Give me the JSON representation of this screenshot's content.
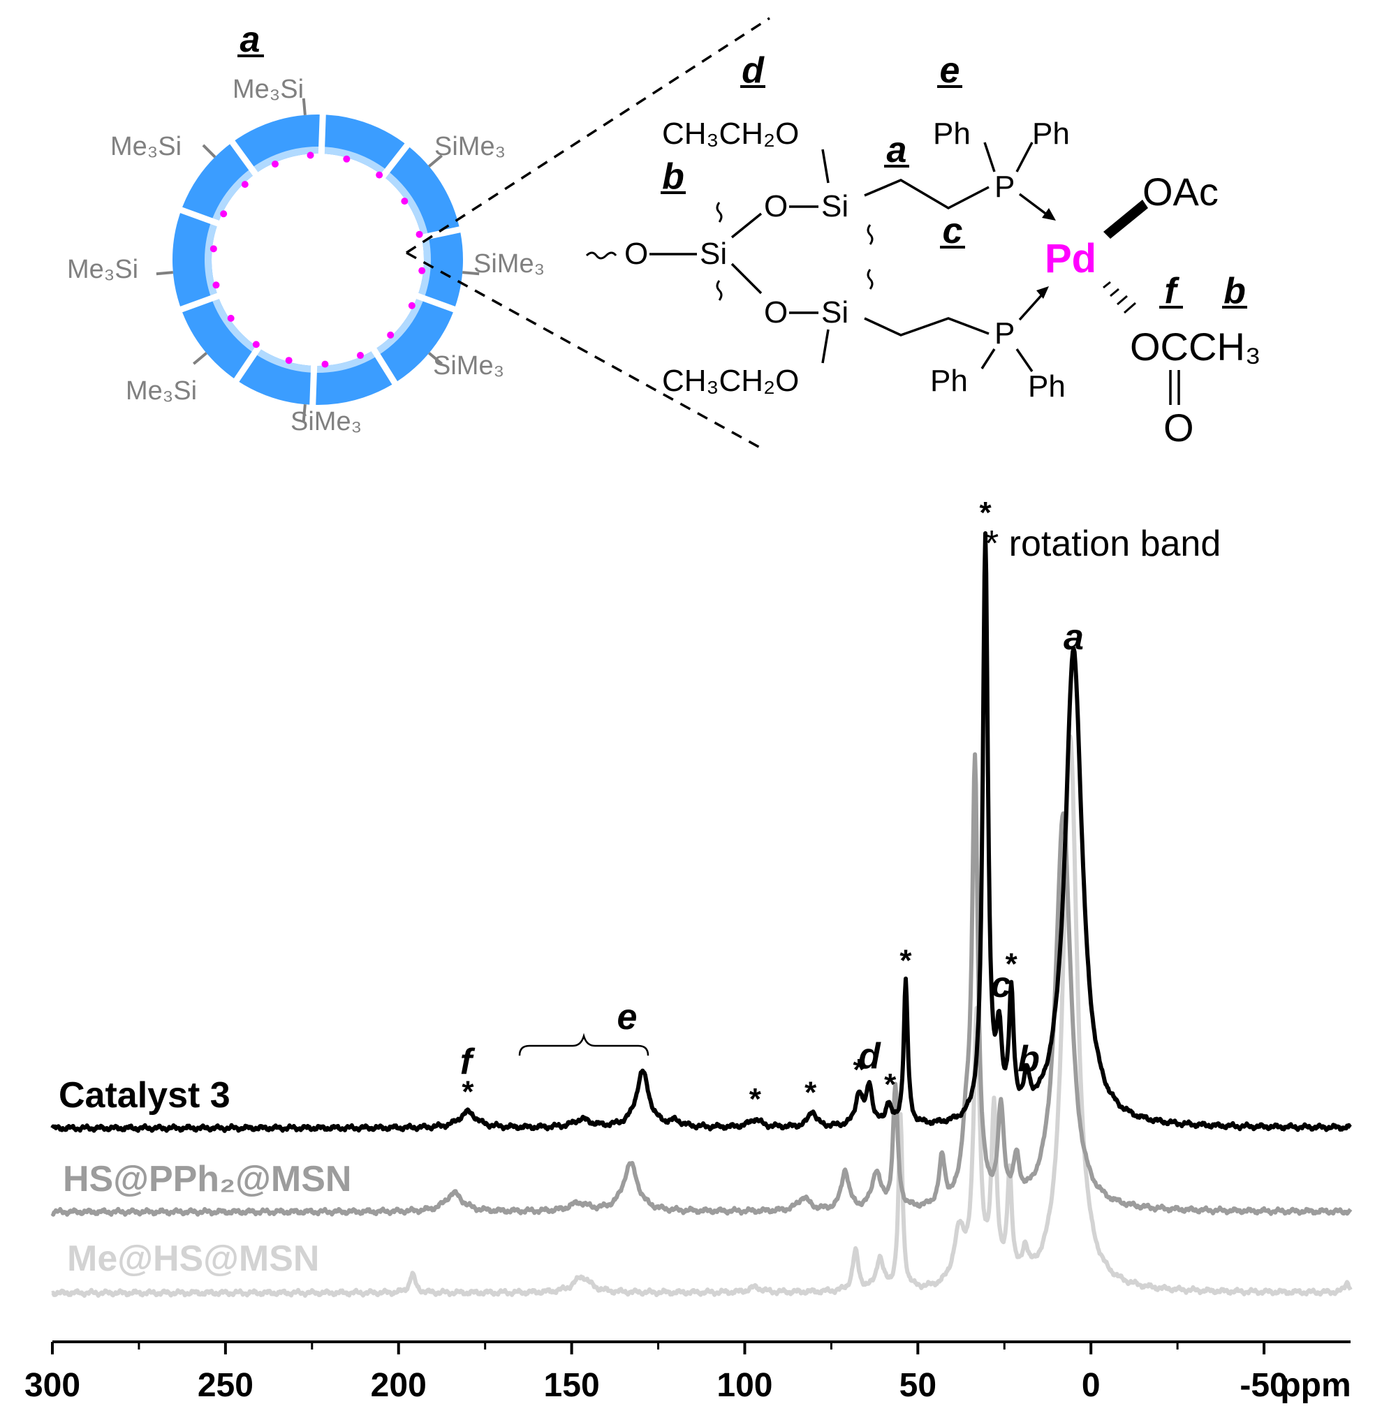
{
  "colors": {
    "catalyst": "#000000",
    "hs_pph2": "#9c9c9c",
    "me_hs": "#d3d3d3",
    "pd": "#ff00ff",
    "silica": "#1e90ff",
    "me3si_label": "#808080"
  },
  "scheme": {
    "ring_label": "a",
    "me3si": "Me₃Si",
    "sime3": "SiMe₃",
    "ethoxy": "CH₃CH₂O",
    "o": "O",
    "si": "Si",
    "p": "P",
    "ph": "Ph",
    "pd": "Pd",
    "oac": "OAc",
    "ester_top": "OCCH₃",
    "ester_o": "O",
    "labels": {
      "a": "a",
      "b": "b",
      "c": "c",
      "d": "d",
      "e": "e",
      "f": "f",
      "b2": "b"
    }
  },
  "chart_data": {
    "type": "line",
    "title": "",
    "xlabel": "ppm",
    "ylabel": "",
    "xlim": [
      300,
      -75
    ],
    "x_reversed": true,
    "ticks": [
      300,
      250,
      200,
      150,
      100,
      50,
      0,
      -50
    ],
    "tick_labels": [
      "300",
      "250",
      "200",
      "150",
      "100",
      "50",
      "0",
      "-50"
    ],
    "legend_note": "* rotation band",
    "series": [
      {
        "name": "Catalyst 3",
        "baseline": 0,
        "peaks": [
          [
            180,
            0.6,
            3
          ],
          [
            147,
            0.3,
            3
          ],
          [
            129.5,
            2.1,
            2.2
          ],
          [
            120,
            0.2,
            2
          ],
          [
            97,
            0.3,
            2
          ],
          [
            80.5,
            0.6,
            1.3
          ],
          [
            67,
            1.2,
            1.2
          ],
          [
            64,
            1.5,
            1.0
          ],
          [
            58.5,
            0.8,
            0.9
          ],
          [
            53.5,
            5.4,
            0.7
          ],
          [
            30.5,
            22.0,
            0.9
          ],
          [
            26.5,
            2.8,
            0.9
          ],
          [
            23,
            4.4,
            0.8
          ],
          [
            18.5,
            1.2,
            1.0
          ],
          [
            5,
            18.0,
            3.0
          ]
        ]
      },
      {
        "name": "HS@PPh₂@MSN",
        "baseline": 0,
        "peaks": [
          [
            184,
            0.7,
            3
          ],
          [
            148,
            0.3,
            3
          ],
          [
            133,
            1.8,
            2.5
          ],
          [
            83,
            0.5,
            2
          ],
          [
            71,
            1.5,
            1.3
          ],
          [
            62,
            1.4,
            1.5
          ],
          [
            56.5,
            4.6,
            0.8
          ],
          [
            43,
            1.8,
            1.0
          ],
          [
            36,
            2.5,
            1.5
          ],
          [
            33.5,
            16.3,
            1.0
          ],
          [
            26,
            3.5,
            1.0
          ],
          [
            21.5,
            1.5,
            1.0
          ],
          [
            8,
            15.0,
            2.6
          ]
        ]
      },
      {
        "name": "Me@HS@MSN",
        "baseline": 0,
        "peaks": [
          [
            196,
            0.7,
            1.0
          ],
          [
            147,
            0.6,
            3
          ],
          [
            97,
            0.2,
            2
          ],
          [
            68,
            1.5,
            1.0
          ],
          [
            61,
            1.2,
            1.2
          ],
          [
            55,
            6.5,
            0.7
          ],
          [
            38,
            2.0,
            2.0
          ],
          [
            33,
            10.0,
            1.1
          ],
          [
            28,
            6.5,
            0.9
          ],
          [
            23.5,
            4.0,
            0.8
          ],
          [
            19,
            1.0,
            1.0
          ],
          [
            6,
            21.0,
            2.4
          ],
          [
            -74,
            0.4,
            0.8
          ]
        ]
      }
    ],
    "annotations": [
      {
        "text": "f",
        "x": 180.5
      },
      {
        "text": "e",
        "x": 134
      },
      {
        "text": "d",
        "x": 64
      },
      {
        "text": "c",
        "x": 26
      },
      {
        "text": "b",
        "x": 18
      },
      {
        "text": "a",
        "x": 5
      }
    ],
    "asterisks": [
      180,
      97,
      81,
      67,
      58,
      53.5,
      30.5,
      23
    ]
  }
}
